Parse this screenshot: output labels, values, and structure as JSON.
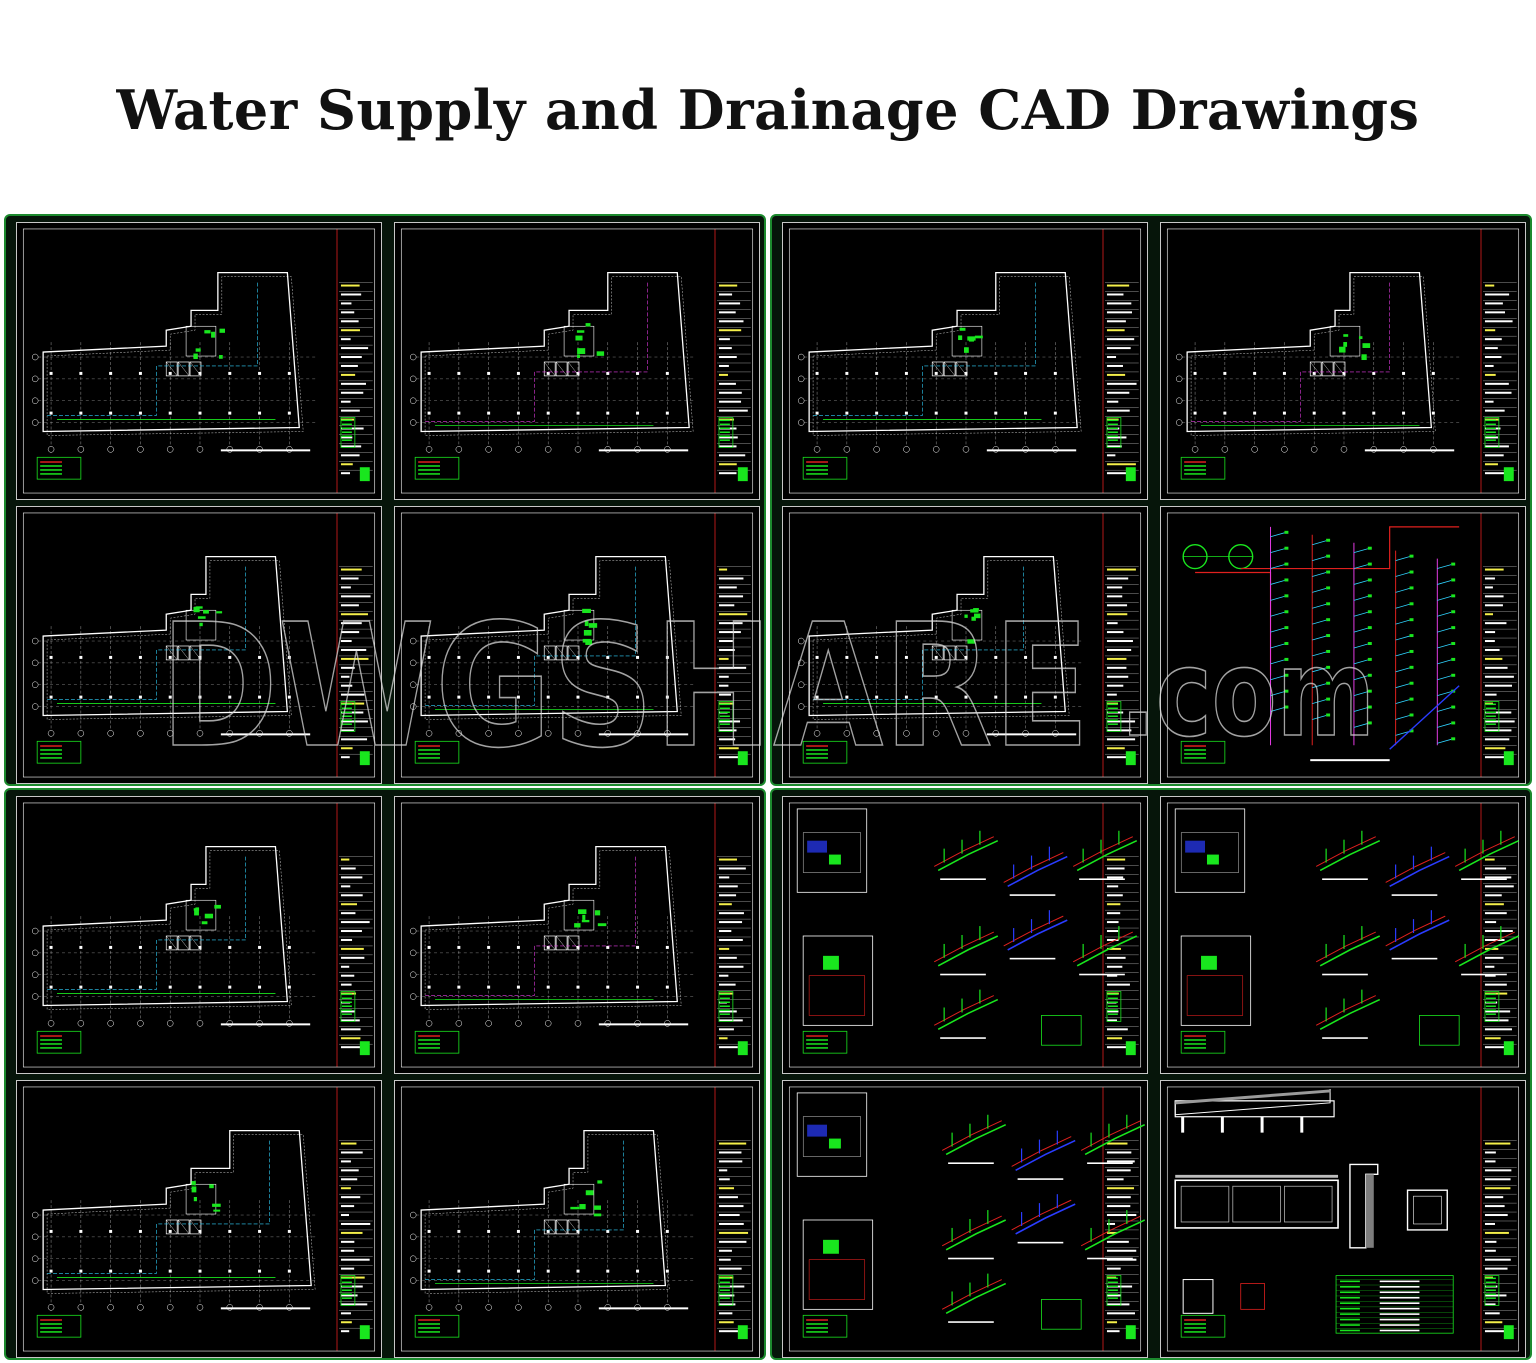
{
  "title": "Water Supply and Drainage CAD Drawings",
  "watermark": {
    "main": "DWGSHARE",
    "suffix": ".com"
  },
  "colors": {
    "background": "#ffffff",
    "sheet_background": "#000000",
    "frame_green": "#1c8a2e",
    "cad_white": "#ffffff",
    "cad_green": "#19e61e",
    "cad_red": "#e0201e",
    "cad_blue": "#2a3cff",
    "cad_cyan": "#2fd3ff",
    "cad_magenta": "#e43be4",
    "cad_yellow": "#f5f04a"
  },
  "sheets": [
    {
      "id": 1,
      "kind": "floor-plan"
    },
    {
      "id": 2,
      "kind": "floor-plan"
    },
    {
      "id": 3,
      "kind": "floor-plan"
    },
    {
      "id": 4,
      "kind": "floor-plan"
    },
    {
      "id": 5,
      "kind": "floor-plan"
    },
    {
      "id": 6,
      "kind": "floor-plan"
    },
    {
      "id": 7,
      "kind": "floor-plan"
    },
    {
      "id": 8,
      "kind": "riser-diagram"
    },
    {
      "id": 9,
      "kind": "floor-plan"
    },
    {
      "id": 10,
      "kind": "floor-plan"
    },
    {
      "id": 11,
      "kind": "floor-plan"
    },
    {
      "id": 12,
      "kind": "floor-plan"
    },
    {
      "id": 13,
      "kind": "isometric-detail"
    },
    {
      "id": 14,
      "kind": "isometric-detail"
    },
    {
      "id": 15,
      "kind": "isometric-detail"
    },
    {
      "id": 16,
      "kind": "section-detail"
    }
  ]
}
